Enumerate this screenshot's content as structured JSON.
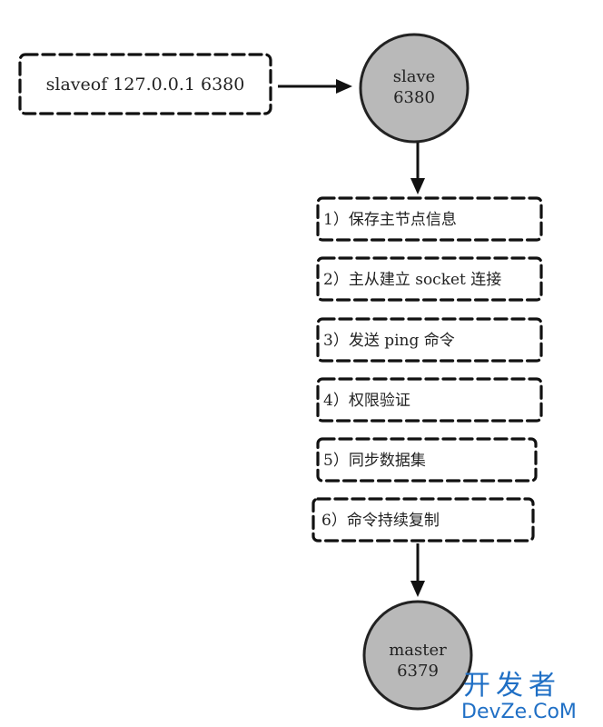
{
  "command": {
    "label": "slaveof 127.0.0.1 6380"
  },
  "slave_node": {
    "name": "slave",
    "port": "6380"
  },
  "master_node": {
    "name": "master",
    "port": "6379"
  },
  "steps": [
    {
      "label": "1）保存主节点信息"
    },
    {
      "label": "2）主从建立 socket 连接"
    },
    {
      "label": "3）发送 ping 命令"
    },
    {
      "label": "4）权限验证"
    },
    {
      "label": "5）同步数据集"
    },
    {
      "label": "6）命令持续复制"
    }
  ],
  "watermark": {
    "line1": "开发者",
    "line2": "DevZe.CoM"
  },
  "colors": {
    "node_fill": "#b9b9b9",
    "watermark": "#1f6fc5",
    "stroke": "#111111"
  }
}
